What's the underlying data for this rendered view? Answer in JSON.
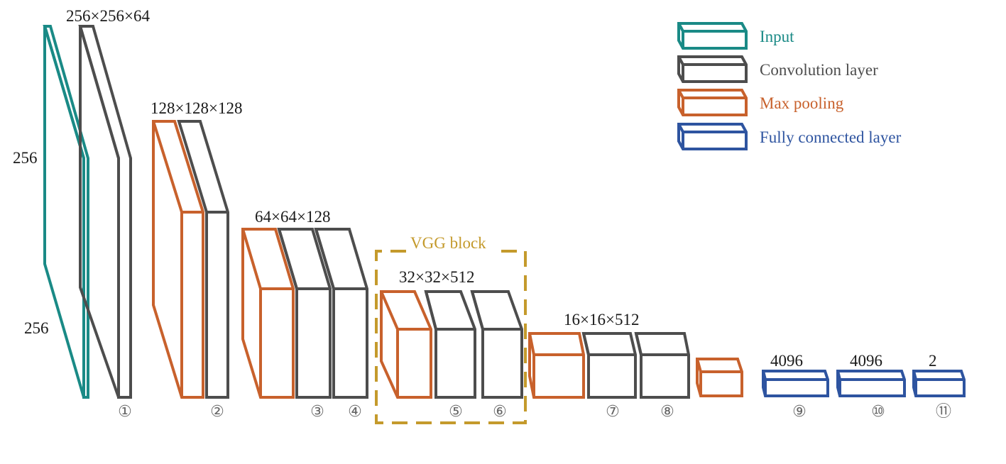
{
  "colors": {
    "input": "#1a8a86",
    "conv": "#4d4d4d",
    "pool": "#c8612c",
    "fc": "#2e54a0",
    "vgg": "#c49a2c",
    "text": "#1a1a1a",
    "index": "#666666"
  },
  "legend": {
    "input": "Input",
    "conv": "Convolution layer",
    "pool": "Max pooling",
    "fc": "Fully connected layer"
  },
  "dims": {
    "height": "256",
    "width": "256",
    "l1": "256×256×64",
    "l2": "128×128×128",
    "l3": "64×64×128",
    "l5": "32×32×512",
    "l7": "16×16×512",
    "fc1": "4096",
    "fc2": "4096",
    "fc3": "2"
  },
  "vgg_block": {
    "label": "VGG block"
  },
  "layer_indices": [
    "①",
    "②",
    "③",
    "④",
    "⑤",
    "⑥",
    "⑦",
    "⑧",
    "⑨",
    "⑩",
    "⑪"
  ]
}
